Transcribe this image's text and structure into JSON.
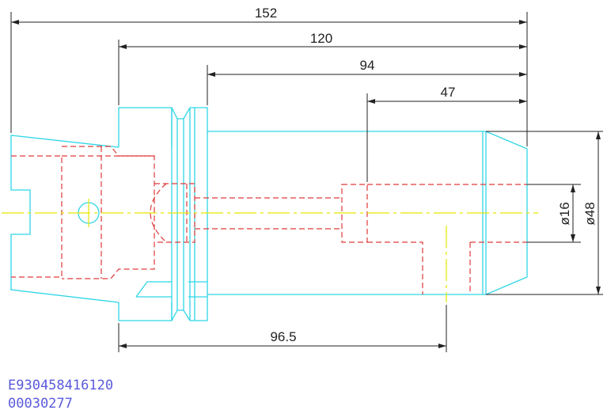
{
  "colors": {
    "outline": "#2fd6e6",
    "hidden": "#e03a3a",
    "centerline": "#e6e600",
    "dimension": "#222222",
    "code": "#5a5adc"
  },
  "dimensions": {
    "length_total": "152",
    "length_120": "120",
    "length_94": "94",
    "length_47": "47",
    "length_96_5": "96.5",
    "dia_16": "ø16",
    "dia_48": "ø48"
  },
  "part_codes": {
    "line1": "E930458416120",
    "line2": "00030277"
  }
}
